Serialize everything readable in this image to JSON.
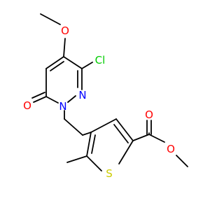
{
  "colors": {
    "background": "#ffffff",
    "bond": "#000000",
    "oxygen": "#ff0000",
    "nitrogen": "#0000ff",
    "chlorine": "#00cc00",
    "sulfur": "#cccc00"
  },
  "labels": {
    "methoxy_oxygen": "O",
    "chlorine": "Cl",
    "ring_nitrogen_upper": "N",
    "ring_nitrogen_lower": "N",
    "carbonyl_oxygen": "O",
    "thiophene_sulfur": "S",
    "ester_carbonyl_oxygen": "O",
    "ester_oxygen": "O"
  }
}
